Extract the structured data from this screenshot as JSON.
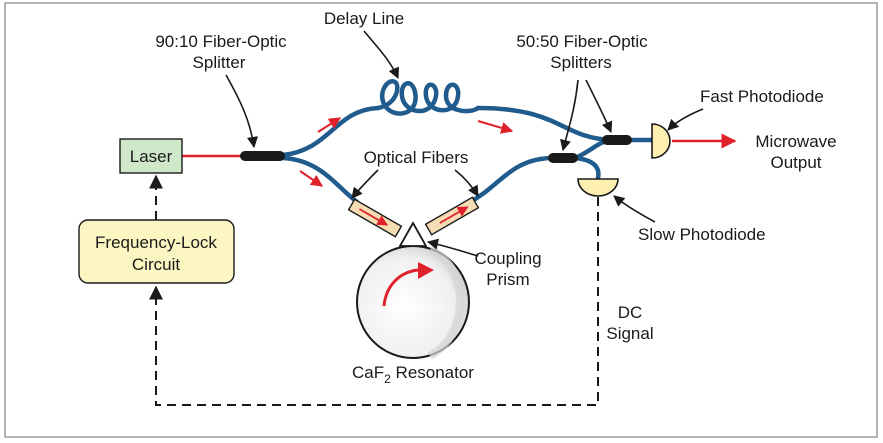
{
  "labels": {
    "laser": "Laser",
    "frequency_lock_line1": "Frequency-Lock",
    "frequency_lock_line2": "Circuit",
    "splitter_9010_line1": "90:10 Fiber-Optic",
    "splitter_9010_line2": "Splitter",
    "delay_line": "Delay Line",
    "splitter_5050_line1": "50:50 Fiber-Optic",
    "splitter_5050_line2": "Splitters",
    "fast_photodiode": "Fast Photodiode",
    "microwave_line1": "Microwave",
    "microwave_line2": "Output",
    "optical_fibers": "Optical Fibers",
    "slow_photodiode": "Slow Photodiode",
    "coupling_line1": "Coupling",
    "coupling_line2": "Prism",
    "dc_line1": "DC",
    "dc_line2": "Signal",
    "resonator_prefix": "CaF",
    "resonator_sub": "2",
    "resonator_suffix": " Resonator"
  },
  "colors": {
    "fiber": "#1f5b8c",
    "laser_beam": "#e0202a",
    "laser_box": "#cfe8c9",
    "lock_box": "#fbf6c2",
    "photodiode": "#fdf0b0",
    "frame": "#9a9a9a"
  }
}
